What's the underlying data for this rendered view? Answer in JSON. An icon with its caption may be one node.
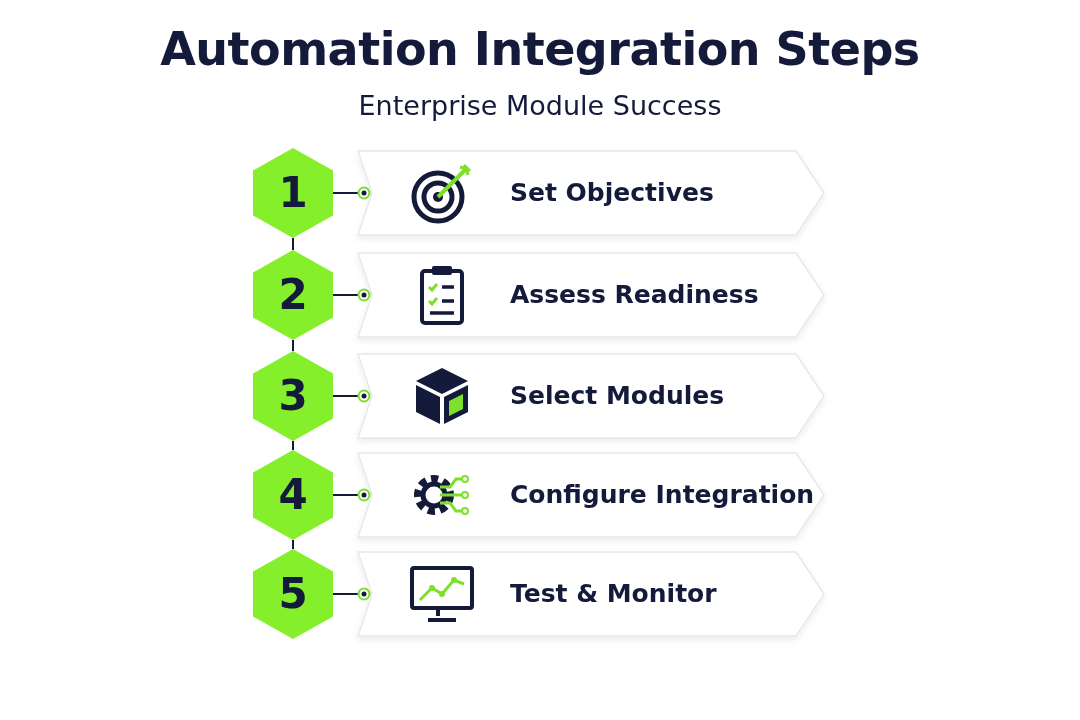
{
  "diagram": {
    "title": "Automation Integration Steps",
    "nodes": [
      {
        "text": [
          "1"
        ]
      },
      {
        "text": [
          "Set Objectives"
        ]
      },
      {
        "text": [
          "2"
        ]
      },
      {
        "text": [
          "Assess Readiness"
        ]
      },
      {
        "text": [
          "3"
        ]
      },
      {
        "text": [
          "Select Modules"
        ]
      },
      {
        "text": [
          "4"
        ]
      },
      {
        "text": [
          "Configure Integration"
        ]
      },
      {
        "text": [
          "5"
        ]
      },
      {
        "text": [
          "Test & Monitor"
        ]
      }
    ],
    "edges": [
      {
        "from": 0,
        "to": 1,
        "arrow": "other"
      },
      {
        "from": 2,
        "to": 3,
        "arrow": "other"
      },
      {
        "from": 4,
        "to": 5,
        "arrow": "other"
      },
      {
        "from": 6,
        "to": 7,
        "arrow": "other"
      },
      {
        "from": 8,
        "to": 9,
        "arrow": "other"
      },
      {
        "from": 0,
        "to": 2,
        "arrow": "none"
      },
      {
        "from": 2,
        "to": 4,
        "arrow": "none"
      },
      {
        "from": 4,
        "to": 6,
        "arrow": "none"
      },
      {
        "from": 6,
        "to": 8,
        "arrow": "none"
      }
    ],
    "labels": [
      "Enterprise Module Success"
    ]
  }
}
